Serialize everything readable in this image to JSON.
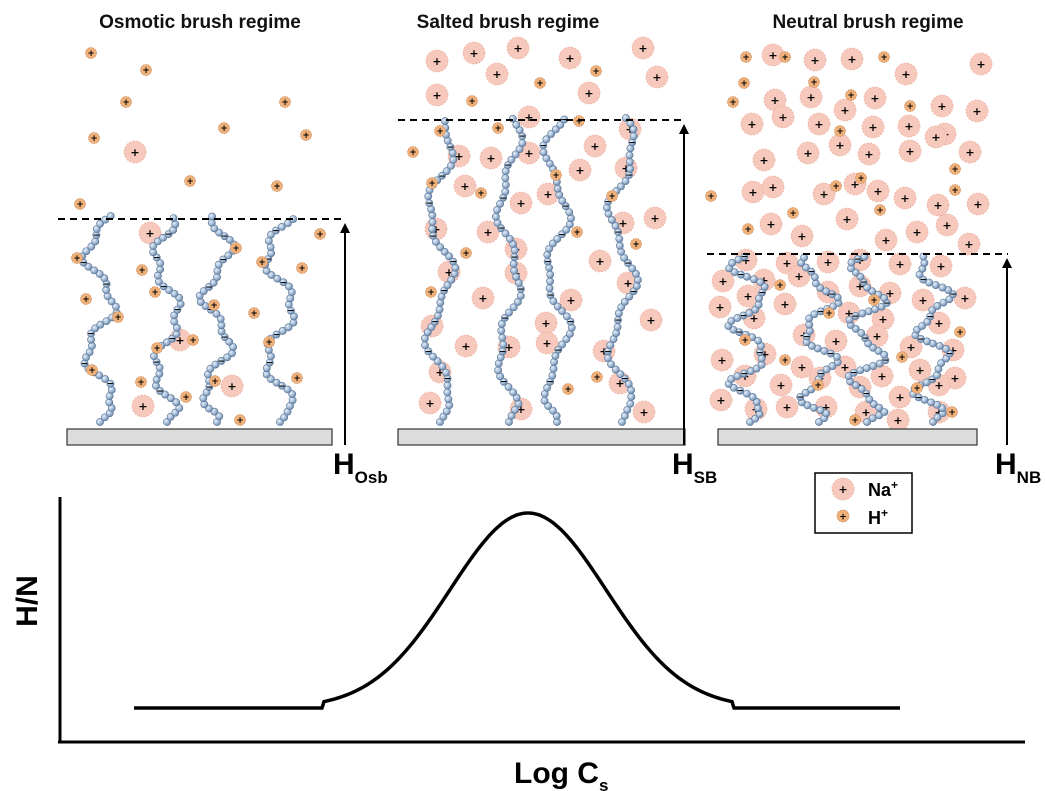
{
  "panels": [
    {
      "title": "Osmotic brush regime",
      "height_main": "H",
      "height_sub": "Osb"
    },
    {
      "title": "Salted brush regime",
      "height_main": "H",
      "height_sub": "SB"
    },
    {
      "title": "Neutral brush regime",
      "height_main": "H",
      "height_sub": "NB"
    }
  ],
  "legend": {
    "items": [
      {
        "label": "Na",
        "sup": "+",
        "icon": "sodium-ion-icon"
      },
      {
        "label": "H",
        "sup": "+",
        "icon": "hydrogen-ion-icon"
      }
    ]
  },
  "graph": {
    "ylabel": "H/N",
    "xlabel": "Log C",
    "xlabel_sub": "s"
  },
  "ion_symbol": "+",
  "charge_symbol": "−",
  "colors": {
    "chain_bead": "#9fb8d4",
    "chain_outline": "#5a7595",
    "big_ion": "#f7c9bd",
    "small_ion": "#efb07a",
    "anchor": "#e99a8c",
    "substrate": "#dcdcdc"
  }
}
